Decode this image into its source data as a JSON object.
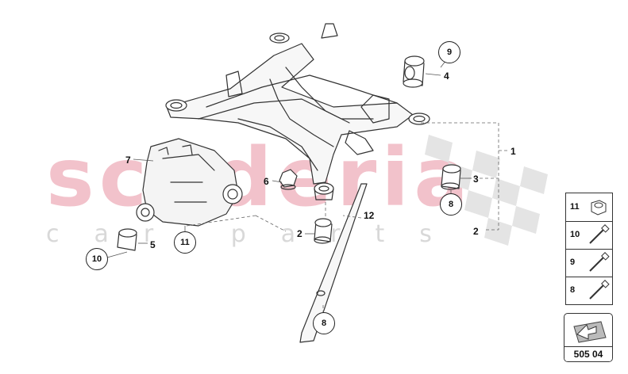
{
  "watermark": {
    "main": "scuderia",
    "sub": "car parts"
  },
  "part_labels": {
    "p1": "1",
    "p2a": "2",
    "p2b": "2",
    "p3": "3",
    "p4": "4",
    "p5": "5",
    "p6": "6",
    "p7": "7",
    "p12": "12"
  },
  "callouts": {
    "c9": "9",
    "c8_right": "8",
    "c10": "10",
    "c11": "11",
    "c8_bottom": "8"
  },
  "legend": {
    "rows": [
      {
        "num": "11",
        "icon": "nut-icon"
      },
      {
        "num": "10",
        "icon": "bolt-icon"
      },
      {
        "num": "9",
        "icon": "bolt-icon"
      },
      {
        "num": "8",
        "icon": "bolt-icon"
      }
    ]
  },
  "reference": {
    "code": "505 04",
    "icon": "arrow-icon"
  }
}
